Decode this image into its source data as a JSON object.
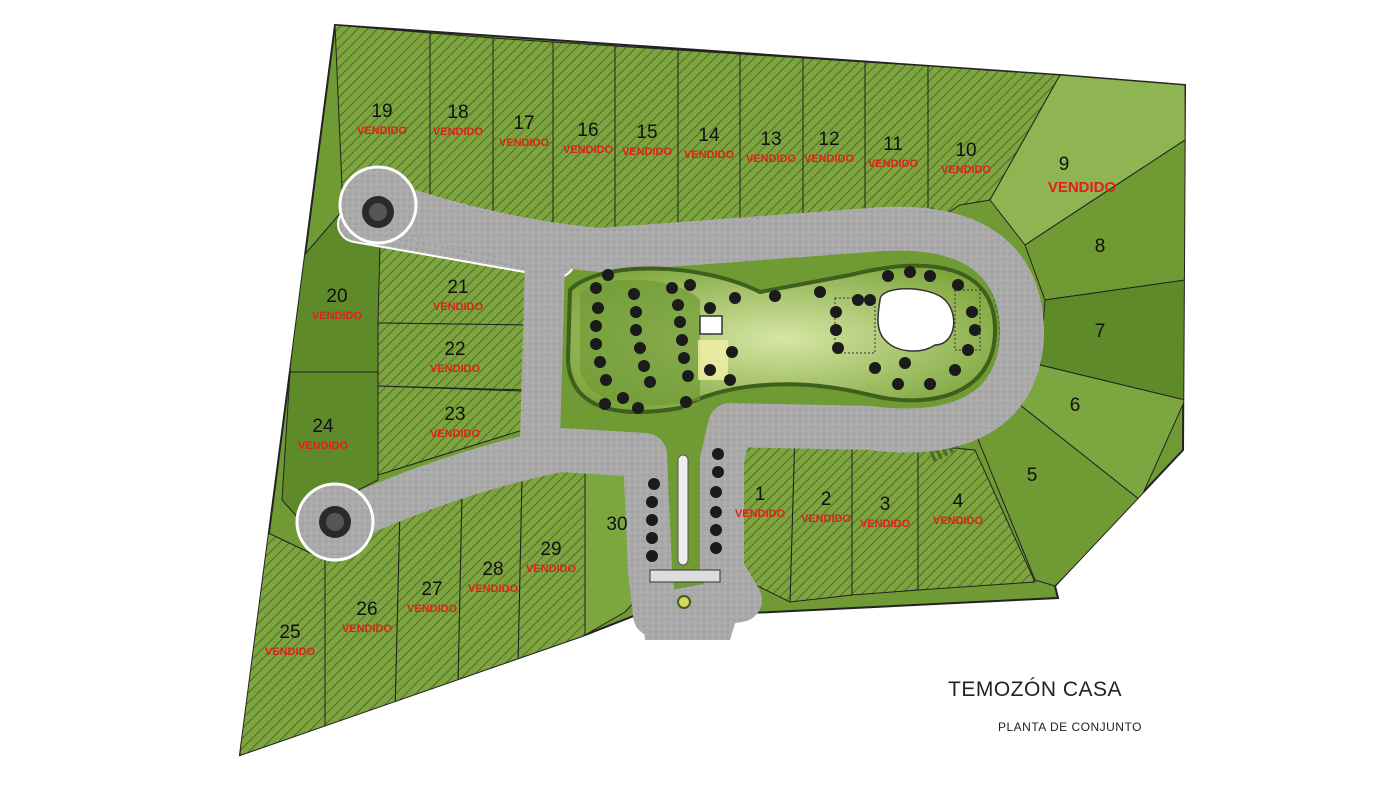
{
  "plan": {
    "title": "TEMOZÓN CASA",
    "subtitle": "PLANTA DE CONJUNTO",
    "sold_label": "VENDIDO",
    "colors": {
      "lot_green": "#6f9a34",
      "lot_dark": "#4f7a22",
      "road": "#a8a8a8",
      "park": "#93b548",
      "sold_text": "#e0201a",
      "trees": "#1b1b1b",
      "pool": "#ffffff"
    }
  },
  "lots": [
    {
      "id": "1",
      "sold": true
    },
    {
      "id": "2",
      "sold": true
    },
    {
      "id": "3",
      "sold": true
    },
    {
      "id": "4",
      "sold": true
    },
    {
      "id": "5",
      "sold": false
    },
    {
      "id": "6",
      "sold": false
    },
    {
      "id": "7",
      "sold": false
    },
    {
      "id": "8",
      "sold": false
    },
    {
      "id": "9",
      "sold": true
    },
    {
      "id": "10",
      "sold": true
    },
    {
      "id": "11",
      "sold": true
    },
    {
      "id": "12",
      "sold": true
    },
    {
      "id": "13",
      "sold": true
    },
    {
      "id": "14",
      "sold": true
    },
    {
      "id": "15",
      "sold": true
    },
    {
      "id": "16",
      "sold": true
    },
    {
      "id": "17",
      "sold": true
    },
    {
      "id": "18",
      "sold": true
    },
    {
      "id": "19",
      "sold": true
    },
    {
      "id": "20",
      "sold": true
    },
    {
      "id": "21",
      "sold": true
    },
    {
      "id": "22",
      "sold": true
    },
    {
      "id": "23",
      "sold": true
    },
    {
      "id": "24",
      "sold": true
    },
    {
      "id": "25",
      "sold": true
    },
    {
      "id": "26",
      "sold": true
    },
    {
      "id": "27",
      "sold": true
    },
    {
      "id": "28",
      "sold": true
    },
    {
      "id": "29",
      "sold": true
    },
    {
      "id": "30",
      "sold": false
    }
  ]
}
